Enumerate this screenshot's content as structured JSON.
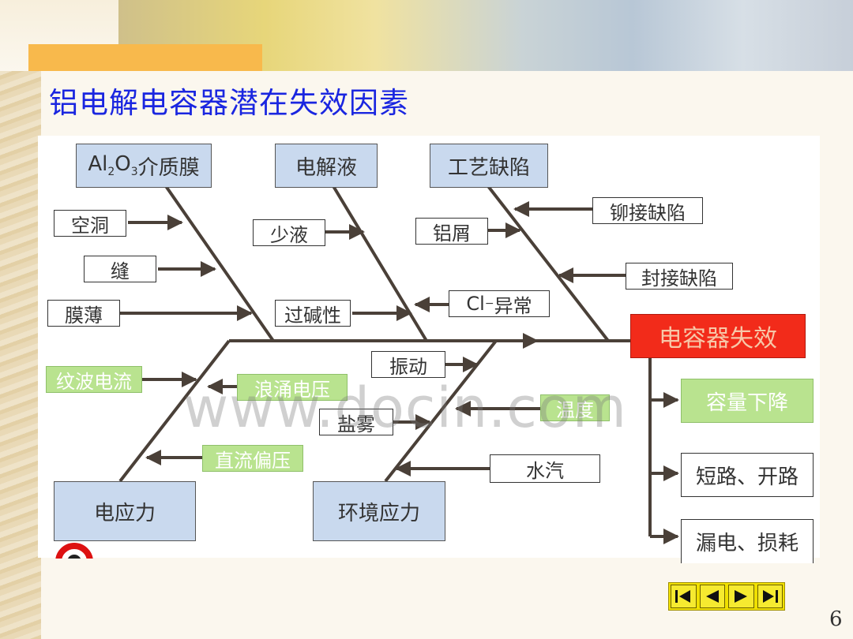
{
  "title": "铝电解电容器潜在失效因素",
  "categories": {
    "dielectric": {
      "pre": "Al",
      "s1": "2",
      "mid": "O",
      "s2": "3",
      "post": "介质膜"
    },
    "electrolyte": "电解液",
    "process": "工艺缺陷",
    "electric_stress": "电应力",
    "env_stress": "环境应力"
  },
  "causes": {
    "void": "空洞",
    "seam": "缝",
    "thin_film": "膜薄",
    "less_liquid": "少液",
    "alkaline": "过碱性",
    "cl": {
      "sym": "Cl",
      "sup": "−",
      "text": "异常"
    },
    "al_chips": "铝屑",
    "rivet": "铆接缺陷",
    "seal": "封接缺陷",
    "ripple": "纹波电流",
    "surge": "浪涌电压",
    "dc_bias": "直流偏压",
    "vibration": "振动",
    "salt_fog": "盐雾",
    "temperature": "温度",
    "vapor": "水汽"
  },
  "effect": "电容器失效",
  "results": [
    "容量下降",
    "短路、开路",
    "漏电、损耗"
  ],
  "watermark": "www.docin.com",
  "page_number": "6",
  "colors": {
    "title": "#1a26e0",
    "effect_bg": "#f22b1a",
    "green_box": "#b9e38f",
    "category_bg": "#c9d9ee",
    "line": "#4a4038"
  }
}
